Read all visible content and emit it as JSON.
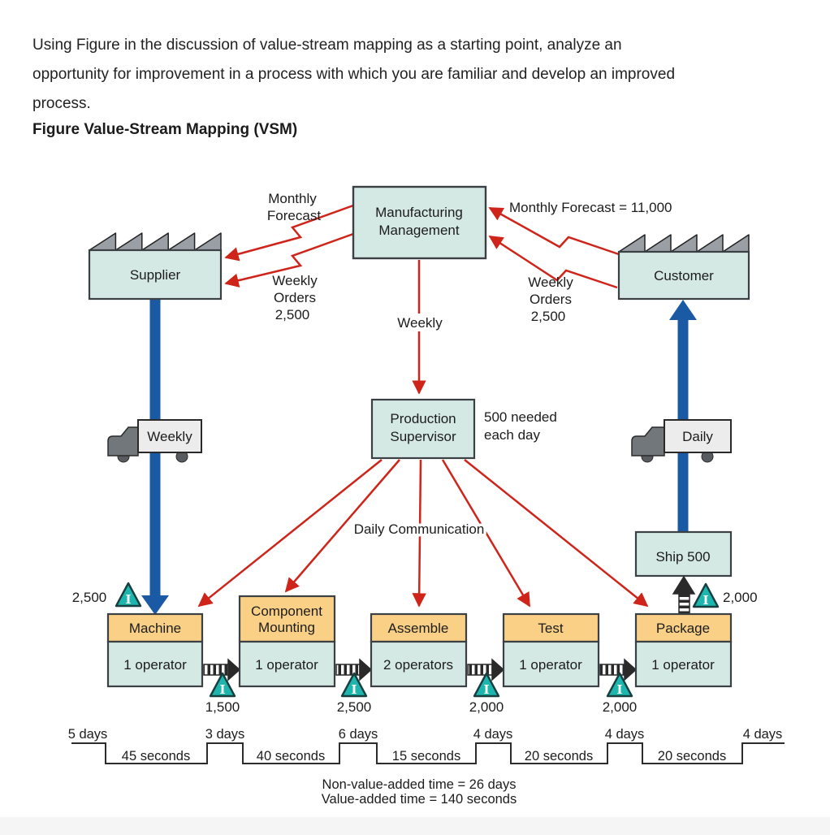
{
  "question": {
    "lines": [
      "Using Figure in the discussion of value-stream mapping as a starting point, analyze an",
      "opportunity for improvement in a process with which you are familiar and develop an improved",
      "process."
    ],
    "figure_title": "Figure Value-Stream Mapping (VSM)"
  },
  "colors": {
    "box_fill": "#d5e9e4",
    "process_header_fill": "#f9d086",
    "info_arrow_red": "#cf2419",
    "material_flow_blue": "#1a5aa4",
    "inventory_teal": "#1db5ae",
    "border_dark": "#3a4044"
  },
  "diagram": {
    "supplier": "Supplier",
    "manufacturing_management": [
      "Manufacturing",
      "Management"
    ],
    "customer": "Customer",
    "production_supervisor": [
      "Production",
      "Supervisor"
    ],
    "needed": [
      "500 needed",
      "each day"
    ],
    "monthly_forecast_left": [
      "Monthly",
      "Forecast"
    ],
    "weekly_orders_left": [
      "Weekly",
      "Orders",
      "2,500"
    ],
    "monthly_forecast_right": "Monthly Forecast = 11,000",
    "weekly_orders_right": [
      "Weekly",
      "Orders",
      "2,500"
    ],
    "weekly_flow": "Weekly",
    "truck_left": "Weekly",
    "truck_right": "Daily",
    "daily_communication": "Daily Communication",
    "ship": "Ship 500",
    "inventory_marker": "I",
    "supplier_inventory": "2,500",
    "ship_inventory": "2,000",
    "processes": [
      {
        "name": [
          "Machine"
        ],
        "operators": "1 operator",
        "inventory_after": "1,500"
      },
      {
        "name": [
          "Component",
          "Mounting"
        ],
        "operators": "1 operator",
        "inventory_after": "2,500"
      },
      {
        "name": [
          "Assemble"
        ],
        "operators": "2 operators",
        "inventory_after": "2,000"
      },
      {
        "name": [
          "Test"
        ],
        "operators": "1 operator",
        "inventory_after": "2,000"
      },
      {
        "name": [
          "Package"
        ],
        "operators": "1 operator"
      }
    ],
    "timeline": {
      "days": [
        "5 days",
        "3 days",
        "6 days",
        "4 days",
        "4 days",
        "4 days"
      ],
      "seconds": [
        "45 seconds",
        "40 seconds",
        "15 seconds",
        "20 seconds",
        "20 seconds"
      ]
    },
    "summary": {
      "non_value_added": "Non-value-added time = 26 days",
      "value_added": "Value-added time = 140 seconds"
    }
  }
}
